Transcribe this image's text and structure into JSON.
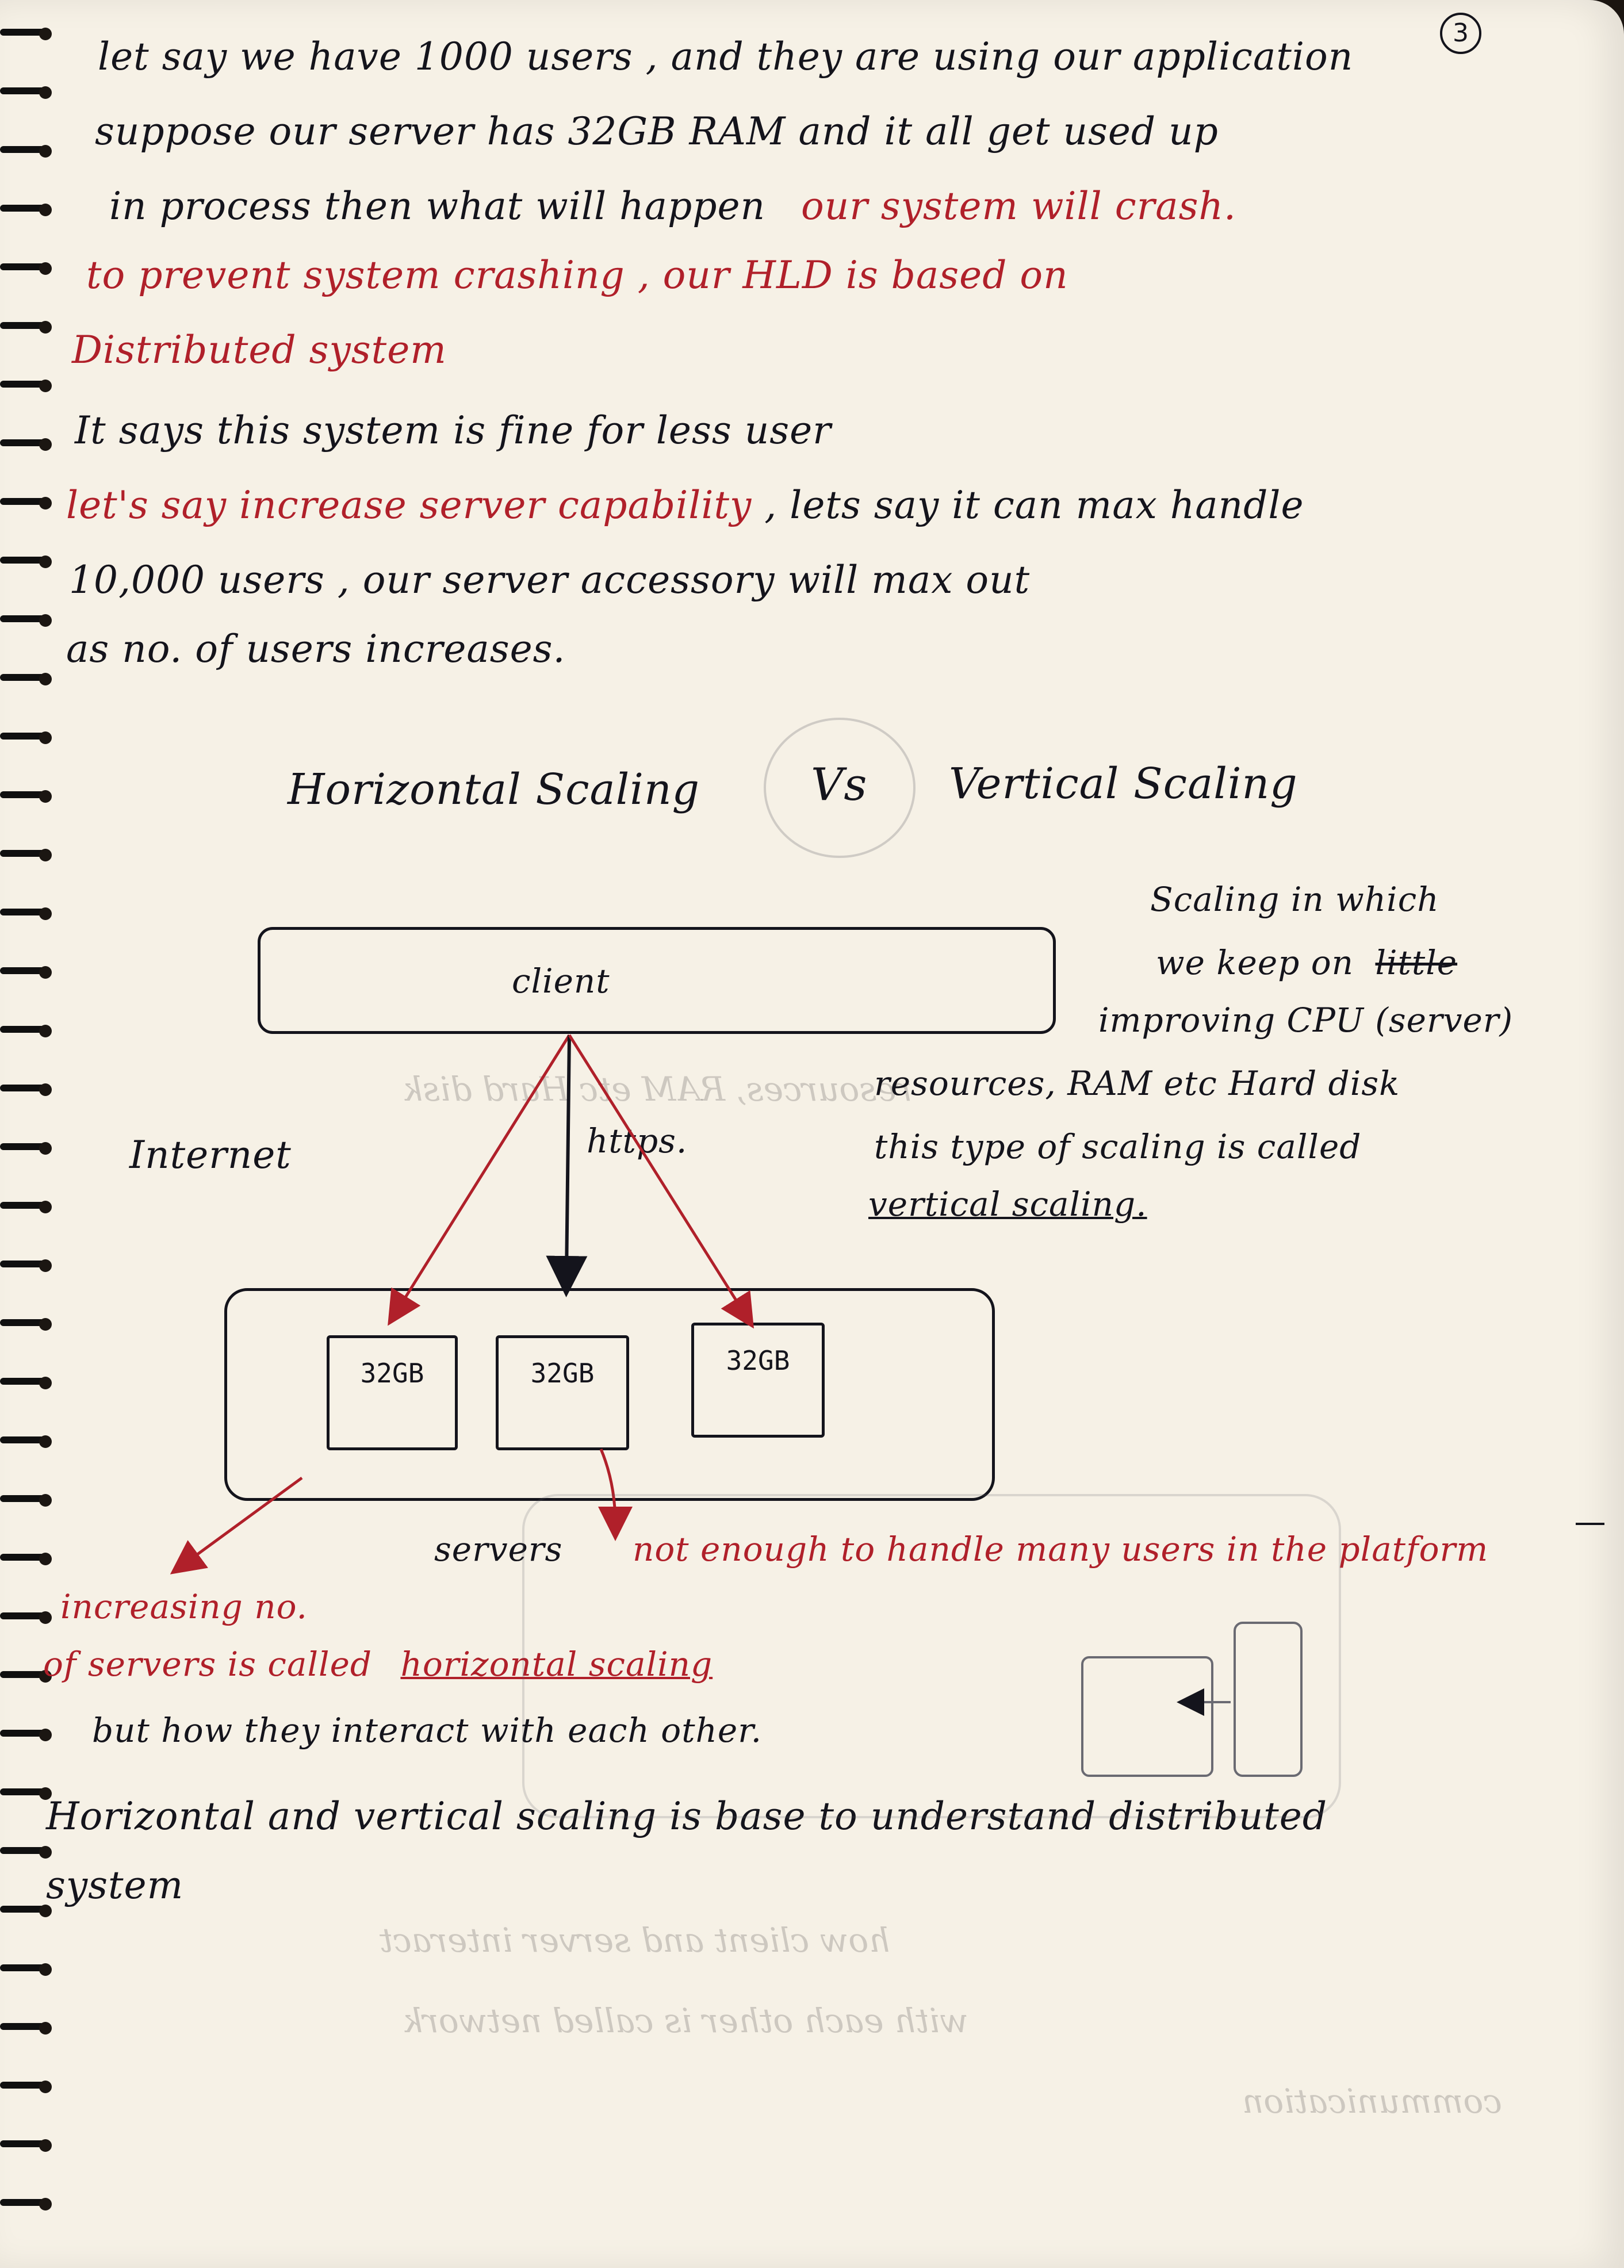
{
  "page_number": "3",
  "lines": {
    "l1": "let say we have 1000 users , and they are using our application",
    "l2": "suppose our server has 32GB RAM and it all get used up",
    "l3a": "in process then what will happen",
    "l3b": "our system will crash.",
    "l4": "to prevent system crashing , our HLD is based on",
    "l5": "Distributed system",
    "l6": "It says this system is fine for less user",
    "l7a": "let's say increase server capability",
    "l7b": ", lets say it can max handle",
    "l8": "10,000 users , our server accessory will max out",
    "l9": "as no. of users increases.",
    "heading_left": "Horizontal Scaling",
    "heading_vs": "Vs",
    "heading_right": "Vertical Scaling"
  },
  "diagram": {
    "client_label": "client",
    "https_label": "https.",
    "internet_label": "Internet",
    "servers_label": "servers",
    "server_boxes": [
      "32GB",
      "32GB",
      "32GB"
    ],
    "not_enough_note": "not enough to handle many users in the platform"
  },
  "vertical_note": {
    "v1": "Scaling in which",
    "v2": "we keep on",
    "v2_struck": "little",
    "v3": "improving CPU (server)",
    "v4": "resources, RAM etc Hard disk",
    "v5": "this type of scaling is called",
    "v6": "vertical scaling."
  },
  "horizontal_note": {
    "h1": "increasing no.",
    "h2a": "of servers is called",
    "h2b": "horizontal scaling",
    "h3": "but how they interact with each other."
  },
  "conclusion": {
    "c1": "Horizontal and vertical scaling is base to understand distributed",
    "c2": "system"
  },
  "colors": {
    "ink": "#14141c",
    "red_ink": "#b0202a",
    "paper": "#f6f1e6"
  }
}
